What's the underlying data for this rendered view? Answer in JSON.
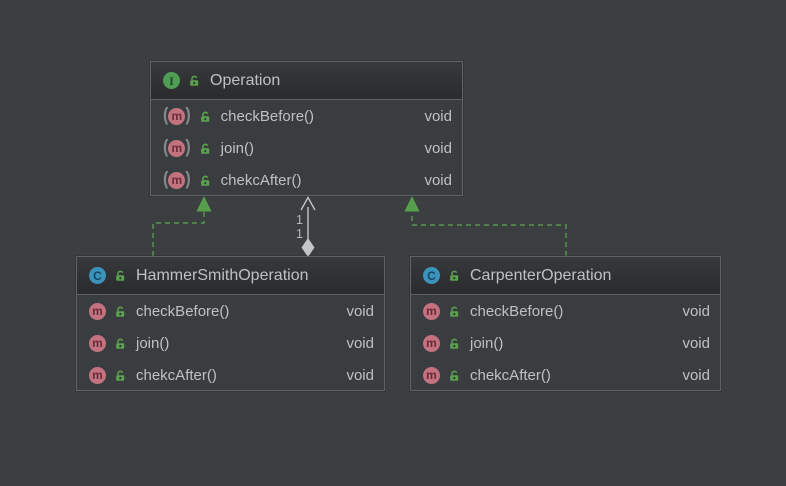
{
  "canvas": {
    "background": "#3c3f41"
  },
  "colors": {
    "box_border": "#606365",
    "box_body": "#3a3d3f",
    "header_gradient_top": "#37393c",
    "header_gradient_bottom": "#292b2d",
    "text": "#bec1c4",
    "realization_green": "#57994d",
    "triangle_green": "#56a04b",
    "association_grey": "#c3c5c7",
    "interface_icon_bg": "#4f9c54",
    "class_icon_bg": "#3b93bc",
    "method_icon_bg": "#c3737f",
    "lock_green": "#5aa24e",
    "abstract_paren_grey": "#85898c"
  },
  "icons": {
    "method_letter": "m",
    "abstract_paren_open": "(",
    "abstract_paren_close": ")"
  },
  "classes": [
    {
      "name": "Operation",
      "kind": "interface",
      "icon_letter": "I",
      "methods": [
        {
          "name": "checkBefore()",
          "return_type": "void",
          "abstract": true
        },
        {
          "name": "join()",
          "return_type": "void",
          "abstract": true
        },
        {
          "name": "chekcAfter()",
          "return_type": "void",
          "abstract": true
        }
      ]
    },
    {
      "name": "HammerSmithOperation",
      "kind": "class",
      "icon_letter": "C",
      "methods": [
        {
          "name": "checkBefore()",
          "return_type": "void",
          "abstract": false
        },
        {
          "name": "join()",
          "return_type": "void",
          "abstract": false
        },
        {
          "name": "chekcAfter()",
          "return_type": "void",
          "abstract": false
        }
      ]
    },
    {
      "name": "CarpenterOperation",
      "kind": "class",
      "icon_letter": "C",
      "methods": [
        {
          "name": "checkBefore()",
          "return_type": "void",
          "abstract": false
        },
        {
          "name": "join()",
          "return_type": "void",
          "abstract": false
        },
        {
          "name": "chekcAfter()",
          "return_type": "void",
          "abstract": false
        }
      ]
    }
  ],
  "edges": {
    "realization_left": {
      "from": "HammerSmithOperation",
      "to": "Operation",
      "style": "dashed-green-triangle"
    },
    "realization_right": {
      "from": "CarpenterOperation",
      "to": "Operation",
      "style": "dashed-green-triangle"
    },
    "association": {
      "from": "HammerSmithOperation",
      "to": "Operation",
      "multiplicity_upper": "1",
      "multiplicity_lower": "1",
      "style": "solid-grey-arrow-diamond"
    }
  }
}
